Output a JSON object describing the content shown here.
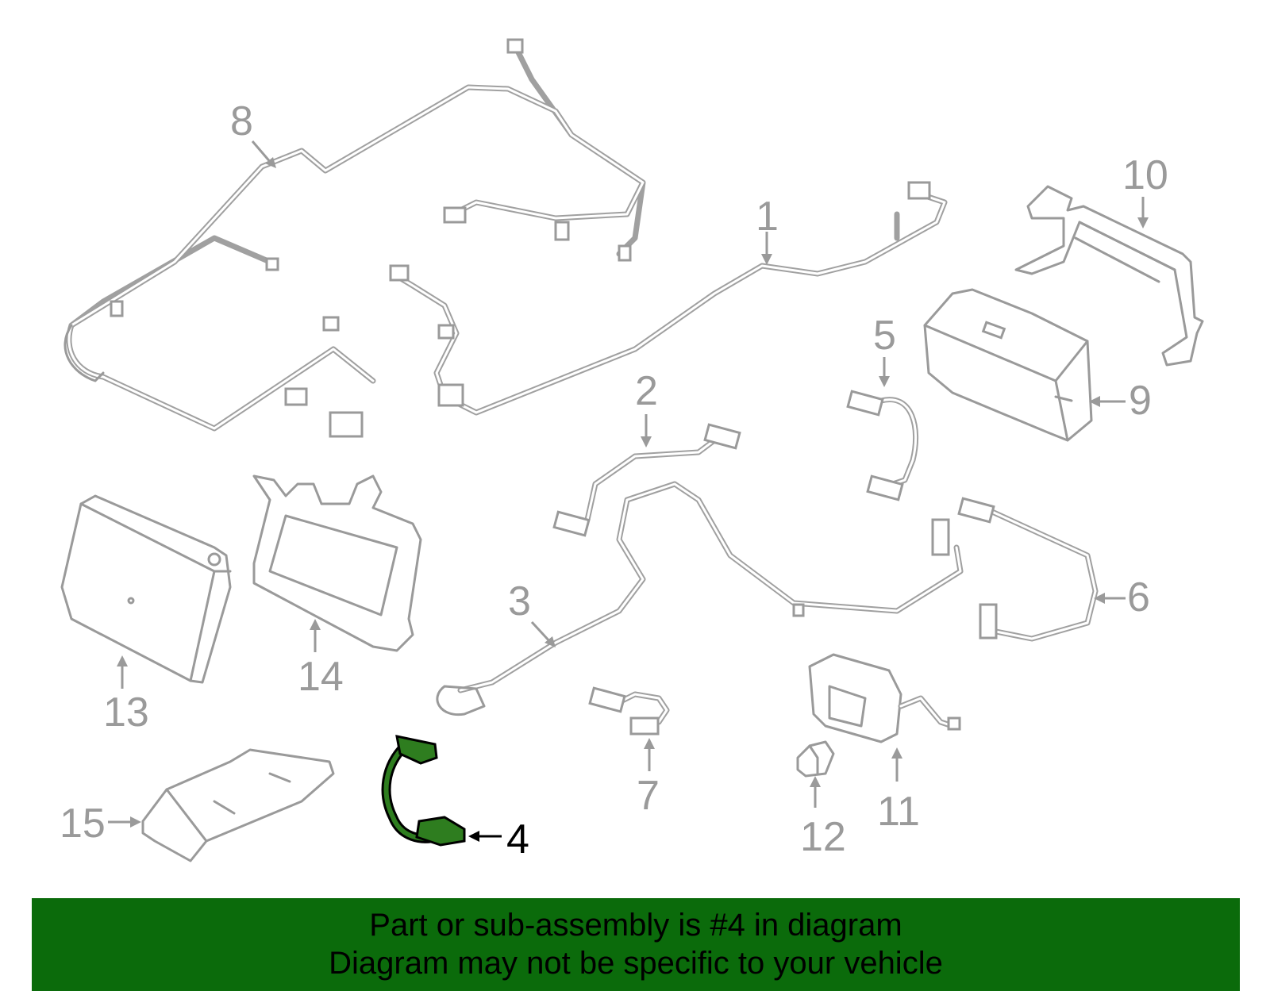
{
  "callouts": {
    "c1": "1",
    "c2": "2",
    "c3": "3",
    "c4": "4",
    "c5": "5",
    "c6": "6",
    "c7": "7",
    "c8": "8",
    "c9": "9",
    "c10": "10",
    "c11": "11",
    "c12": "12",
    "c13": "13",
    "c14": "14",
    "c15": "15"
  },
  "highlighted_part": "4",
  "colors": {
    "highlight": "#2e7d1f",
    "banner": "#0b6b0b",
    "line": "#9a9a9a"
  },
  "banner": {
    "line1": "Part or sub-assembly is #4 in diagram",
    "line2": "Diagram may not be specific to your vehicle"
  }
}
